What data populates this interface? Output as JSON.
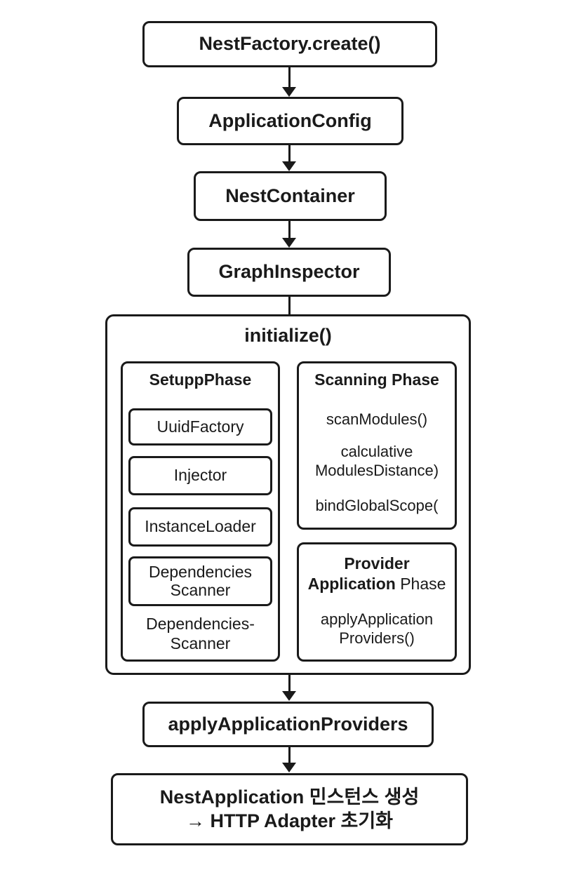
{
  "diagram": {
    "background": "#ffffff",
    "stroke_color": "#1a1a1a",
    "text_color": "#1a1a1a",
    "nodes": {
      "nest_factory": "NestFactory.create()",
      "application_config": "ApplicationConfig",
      "nest_container": "NestContainer",
      "graph_inspector": "GraphInspector",
      "apply_application_providers": "applyApplicationProviders",
      "nest_application_line1": "NestApplication 민스턴스 생성",
      "nest_application_line2": "→ HTTP Adapter 초기화"
    },
    "initialize_group": {
      "title": "initialize()",
      "setup_phase": {
        "title": "SetuppPhase",
        "items": [
          "UuidFactory",
          "Injector",
          "InstanceLoader",
          "Dependencies Scanner"
        ],
        "footer_line1": "Dependencies-",
        "footer_line2": "Scanner"
      },
      "scanning_phase": {
        "title": "Scanning Phase",
        "line1": "scanModules()",
        "line2a": "calculative",
        "line2b": "ModulesDistance)",
        "line3": "bindGlobalScope("
      },
      "provider_phase": {
        "title_line1": "Provider",
        "title_line2_bold": "Application",
        "title_line2_regular": " Phase",
        "line1": "applyApplication",
        "line2": "Providers()"
      }
    }
  }
}
